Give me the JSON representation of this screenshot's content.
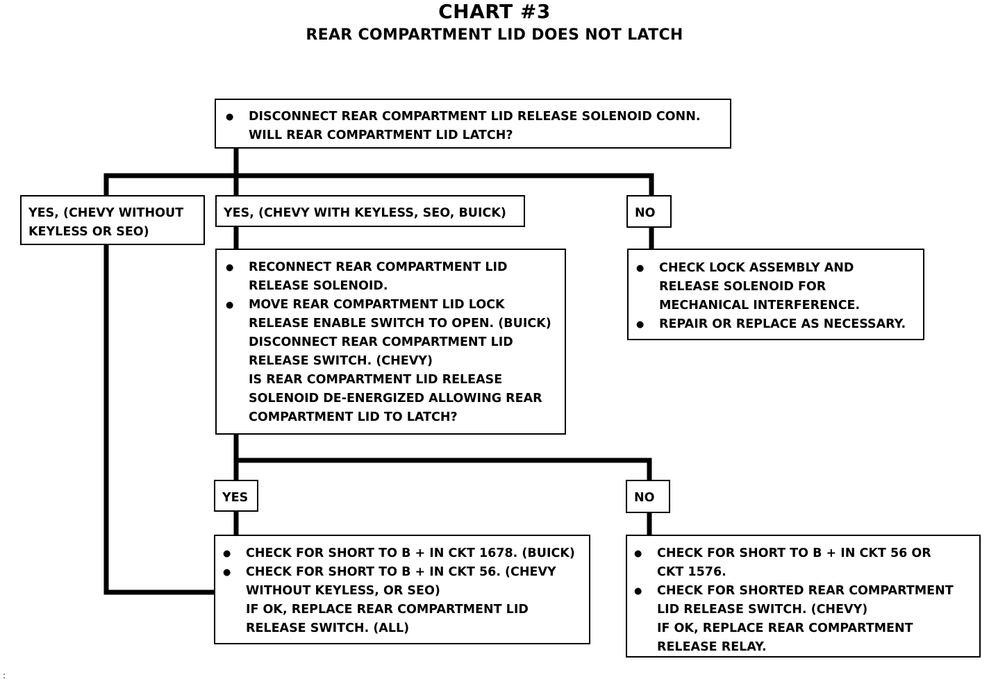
{
  "header": {
    "title": "CHART #3",
    "subtitle": "REAR COMPARTMENT LID DOES NOT LATCH"
  },
  "step1": {
    "items": [
      "DISCONNECT REAR COMPARTMENT LID RELEASE SOLENOID CONN."
    ],
    "continuation": [
      "WILL REAR COMPARTMENT LID LATCH?"
    ]
  },
  "branch1": {
    "yes_no_keyless": [
      "YES, (CHEVY WITHOUT",
      "KEYLESS OR SEO)"
    ],
    "yes_keyless": "YES, (CHEVY WITH KEYLESS, SEO, BUICK)",
    "no": "NO"
  },
  "step2": {
    "items": [
      [
        "RECONNECT REAR COMPARTMENT LID",
        "RELEASE SOLENOID."
      ],
      [
        "MOVE REAR COMPARTMENT LID LOCK",
        "RELEASE ENABLE SWITCH TO OPEN. (BUICK)"
      ]
    ],
    "continuation": [
      "DISCONNECT REAR COMPARTMENT LID",
      "RELEASE SWITCH. (CHEVY)",
      "IS REAR COMPARTMENT LID RELEASE",
      "SOLENOID DE-ENERGIZED ALLOWING REAR",
      "COMPARTMENT LID TO LATCH?"
    ]
  },
  "no_result1": {
    "items": [
      [
        "CHECK LOCK ASSEMBLY AND",
        "RELEASE SOLENOID FOR",
        "MECHANICAL INTERFERENCE."
      ],
      [
        "REPAIR OR REPLACE AS NECESSARY."
      ]
    ]
  },
  "branch2": {
    "yes": "YES",
    "no": "NO"
  },
  "yes_result": {
    "items": [
      [
        "CHECK FOR SHORT TO B + IN CKT 1678. (BUICK)"
      ],
      [
        "CHECK FOR SHORT TO B + IN CKT 56. (CHEVY",
        "WITHOUT KEYLESS, OR SEO)"
      ]
    ],
    "continuation": [
      "IF OK, REPLACE REAR COMPARTMENT LID",
      "RELEASE SWITCH. (ALL)"
    ]
  },
  "no_result2": {
    "items": [
      [
        "CHECK FOR SHORT TO B + IN CKT 56 OR",
        "CKT 1576."
      ],
      [
        "CHECK FOR SHORTED REAR COMPARTMENT",
        "LID RELEASE SWITCH. (CHEVY)"
      ]
    ],
    "continuation": [
      "IF OK, REPLACE REAR COMPARTMENT",
      "RELEASE RELAY."
    ]
  },
  "footer_mark": ":"
}
